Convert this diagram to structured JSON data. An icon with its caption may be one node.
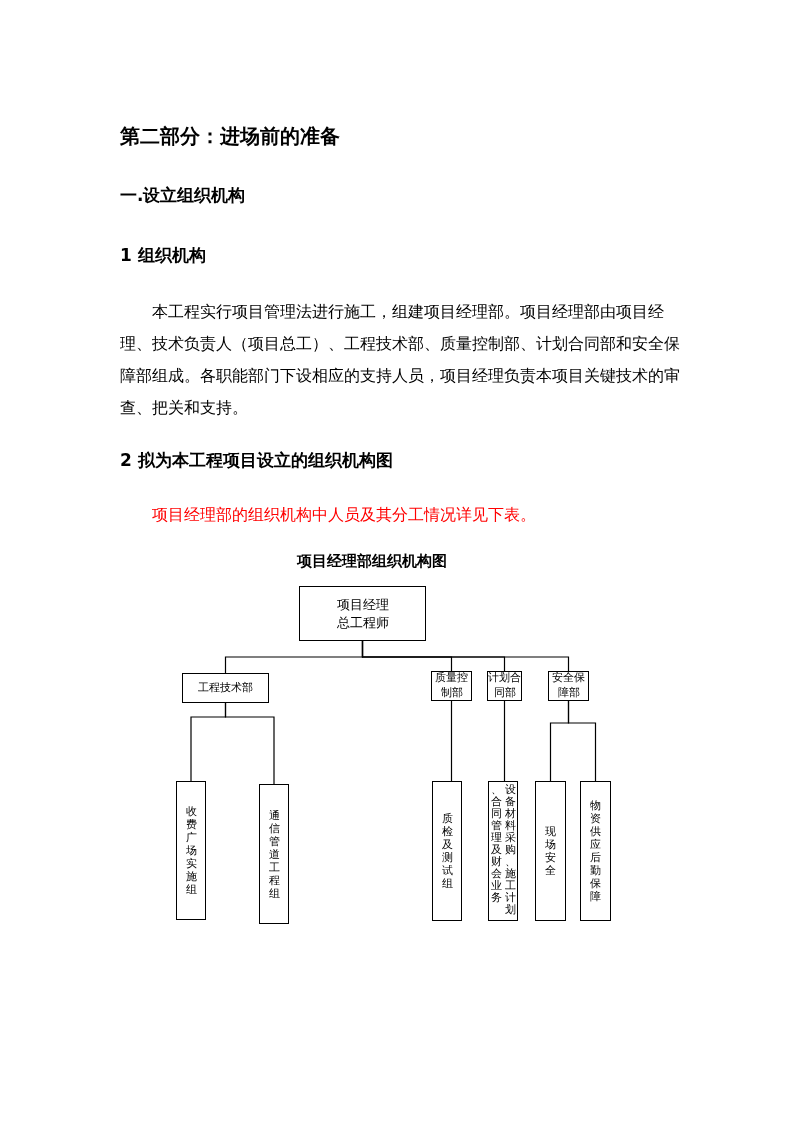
{
  "diagram": {
    "title": "项目经理部组织机构图",
    "nodes": [
      {
        "text": [
          "项目经理",
          "总工程师"
        ]
      },
      {
        "text": [
          "工程技术部"
        ]
      },
      {
        "text": [
          "质量控制部"
        ]
      },
      {
        "text": [
          "计划合同部"
        ]
      },
      {
        "text": [
          "安全保障部"
        ]
      },
      {
        "text": [
          "收费广场实施组"
        ]
      },
      {
        "text": [
          "通信管道工程组"
        ]
      },
      {
        "text": [
          "质检及测试组"
        ]
      },
      {
        "text": [
          "设备材料采购、施工计划、合同管理及财会业务"
        ]
      },
      {
        "text": [
          "现场安全"
        ]
      },
      {
        "text": [
          "物资供应后勤保障"
        ]
      }
    ],
    "edges": [
      {
        "from": 0,
        "to": 1,
        "arrow": "none"
      },
      {
        "from": 0,
        "to": 2,
        "arrow": "none"
      },
      {
        "from": 0,
        "to": 3,
        "arrow": "none"
      },
      {
        "from": 0,
        "to": 4,
        "arrow": "none"
      },
      {
        "from": 1,
        "to": 5,
        "arrow": "none"
      },
      {
        "from": 1,
        "to": 6,
        "arrow": "none"
      },
      {
        "from": 2,
        "to": 7,
        "arrow": "none"
      },
      {
        "from": 3,
        "to": 8,
        "arrow": "none"
      },
      {
        "from": 4,
        "to": 9,
        "arrow": "none"
      },
      {
        "from": 4,
        "to": 10,
        "arrow": "none"
      }
    ],
    "labels": [
      "第二部分：进场前的准备",
      "一.设立组织机构",
      "1  组织机构",
      "本工程实行项目管理法进行施工，组建项目经理部。项目经理部由项目经理、技术负责人（项目总工）、工程技术部、质量控制部、计划合同部和安全保障部组成。各职能部门下设相应的支持人员，项目经理负责本项目关键技术的审查、把关和支持。",
      "2  拟为本工程项目设立的组织机构图",
      "项目经理部的组织机构中人员及其分工情况详见下表。"
    ]
  }
}
